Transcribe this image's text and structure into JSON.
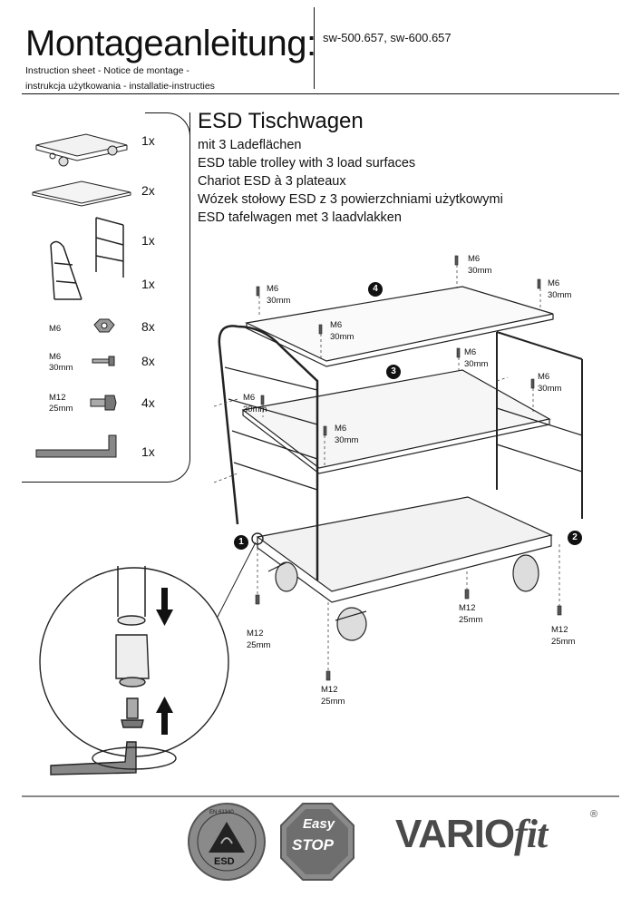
{
  "header": {
    "title": "Montageanleitung:",
    "models": "sw-500.657, sw-600.657",
    "subtitle_line1": "Instruction sheet - Notice de montage  -",
    "subtitle_line2": "instrukcja użytkowania - installatie-instructies"
  },
  "product": {
    "title": "ESD Tischwagen",
    "descriptions": [
      "mit 3 Ladeflächen",
      "ESD table trolley with 3 load surfaces",
      "Chariot ESD à 3 plateaux",
      "Wózek stołowy ESD z 3 powierzchniami użytkowymi",
      "ESD tafelwagen met 3 laadvlakken"
    ]
  },
  "parts": [
    {
      "label1": "",
      "label2": "",
      "qty": "1x",
      "icon": "trolley-base-icon"
    },
    {
      "label1": "",
      "label2": "",
      "qty": "2x",
      "icon": "shelf-panel-icon"
    },
    {
      "label1": "",
      "label2": "",
      "qty": "1x",
      "icon": "side-frame-icon"
    },
    {
      "label1": "",
      "label2": "",
      "qty": "1x",
      "icon": "handle-frame-icon"
    },
    {
      "label1": "M6",
      "label2": "",
      "qty": "8x",
      "icon": "hex-nut-icon"
    },
    {
      "label1": "M6",
      "label2": "30mm",
      "qty": "8x",
      "icon": "m6-screw-icon"
    },
    {
      "label1": "M12",
      "label2": "25mm",
      "qty": "4x",
      "icon": "m12-screw-icon"
    },
    {
      "label1": "",
      "label2": "",
      "qty": "1x",
      "icon": "allen-key-icon"
    }
  ],
  "callouts": {
    "m6_30_a": [
      "M6",
      "30mm"
    ],
    "m6_30_b": [
      "M6",
      "30mm"
    ],
    "m6_30_c": [
      "M6",
      "30mm"
    ],
    "m6_30_d": [
      "M6",
      "30mm"
    ],
    "m6_30_e": [
      "M6",
      "30mm"
    ],
    "m6_30_f": [
      "M6",
      "30mm"
    ],
    "m6_30_g": [
      "M6",
      "30mm"
    ],
    "m6_30_h": [
      "M6",
      "30mm"
    ],
    "m12_a": [
      "M12",
      "25mm"
    ],
    "m12_b": [
      "M12",
      "25mm"
    ],
    "m12_c": [
      "M12",
      "25mm"
    ],
    "m12_d": [
      "M12",
      "25mm"
    ]
  },
  "steps": [
    "1",
    "2",
    "3",
    "4"
  ],
  "footer": {
    "esd_badge_text": "ESD",
    "esd_badge_ring": "EN 61340",
    "easystop_line1": "Easy",
    "easystop_line2": "STOP",
    "brand_main": "VARIO",
    "brand_fit": "fit",
    "brand_reg": "®"
  },
  "colors": {
    "ink": "#111111",
    "brand_grey": "#4a4a4a",
    "badge_grey": "#8a8a8a"
  }
}
